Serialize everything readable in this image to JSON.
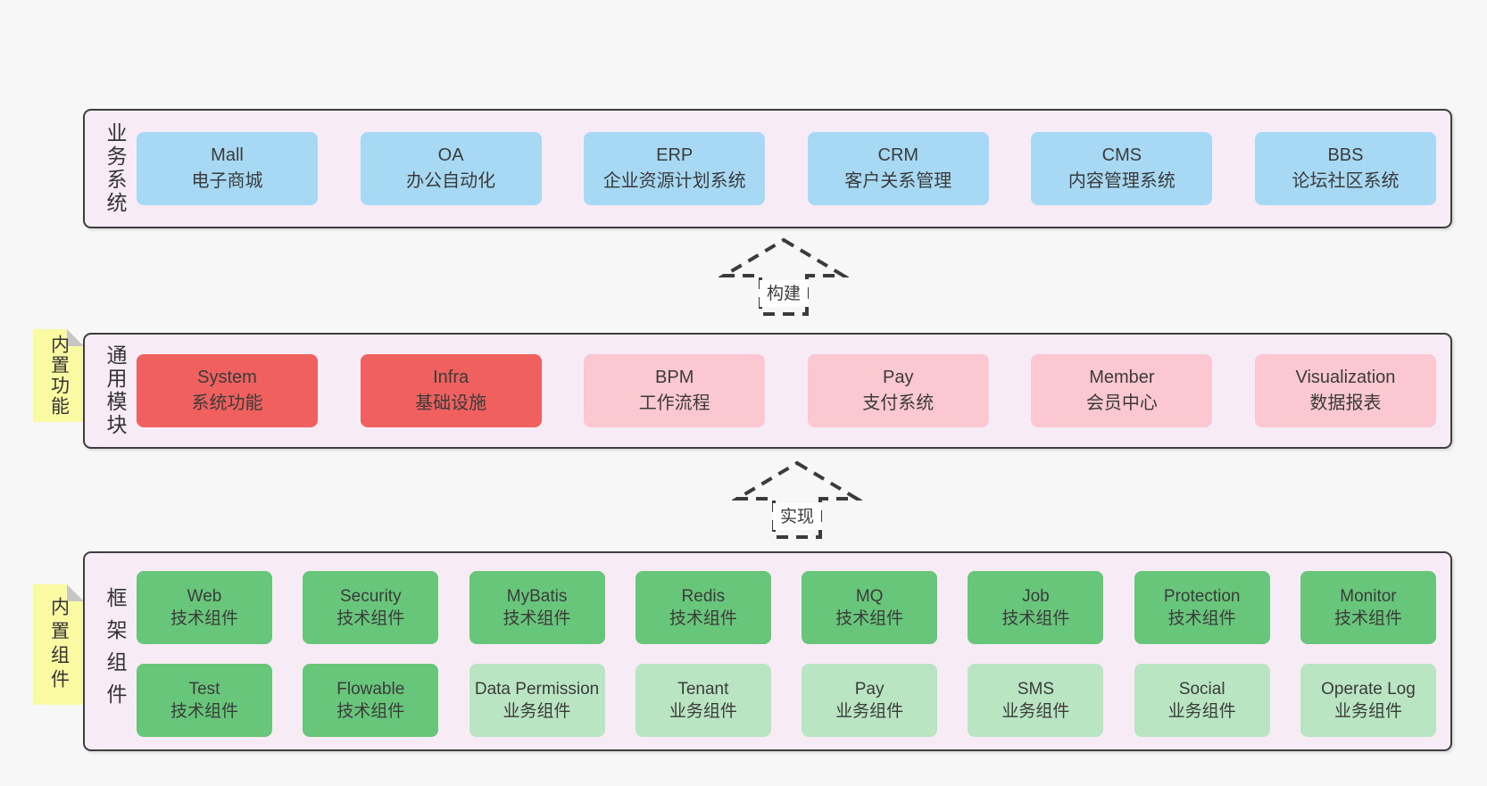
{
  "diagram_title": "",
  "colors": {
    "page_bg": "#f7f7f7",
    "panel_bg": "#f7ecf6",
    "panel_border": "#3e3e3e",
    "text": "#3b3b3b",
    "note_yellow": "#fafaa3",
    "note_fold_gray": "#c6c6c6",
    "arrow_stroke": "#3b3b3b",
    "arrow_label_bg": "#ffffff",
    "blue": "#a7d9f4",
    "red": "#f0605f",
    "pink": "#fbc8d1",
    "green": "#68c67b",
    "lightgreen": "#bae5c2"
  },
  "arrows": [
    {
      "label": "构建",
      "direction": "up"
    },
    {
      "label": "实现",
      "direction": "up"
    }
  ],
  "layers": [
    {
      "label": "业务系统",
      "note": null,
      "boxes": [
        {
          "name": "Mall",
          "desc": "电子商城",
          "variant": "blue"
        },
        {
          "name": "OA",
          "desc": "办公自动化",
          "variant": "blue"
        },
        {
          "name": "ERP",
          "desc": "企业资源计划系统",
          "variant": "blue"
        },
        {
          "name": "CRM",
          "desc": "客户关系管理",
          "variant": "blue"
        },
        {
          "name": "CMS",
          "desc": "内容管理系统",
          "variant": "blue"
        },
        {
          "name": "BBS",
          "desc": "论坛社区系统",
          "variant": "blue"
        }
      ]
    },
    {
      "label": "通用模块",
      "note": "内置功能",
      "boxes": [
        {
          "name": "System",
          "desc": "系统功能",
          "variant": "red"
        },
        {
          "name": "Infra",
          "desc": "基础设施",
          "variant": "red"
        },
        {
          "name": "BPM",
          "desc": "工作流程",
          "variant": "pink"
        },
        {
          "name": "Pay",
          "desc": "支付系统",
          "variant": "pink"
        },
        {
          "name": "Member",
          "desc": "会员中心",
          "variant": "pink"
        },
        {
          "name": "Visualization",
          "desc": "数据报表",
          "variant": "pink"
        }
      ]
    },
    {
      "label": "框架组件",
      "note": "内置组件",
      "rows": [
        [
          {
            "name": "Web",
            "desc": "技术组件",
            "variant": "green"
          },
          {
            "name": "Security",
            "desc": "技术组件",
            "variant": "green"
          },
          {
            "name": "MyBatis",
            "desc": "技术组件",
            "variant": "green"
          },
          {
            "name": "Redis",
            "desc": "技术组件",
            "variant": "green"
          },
          {
            "name": "MQ",
            "desc": "技术组件",
            "variant": "green"
          },
          {
            "name": "Job",
            "desc": "技术组件",
            "variant": "green"
          },
          {
            "name": "Protection",
            "desc": "技术组件",
            "variant": "green"
          },
          {
            "name": "Monitor",
            "desc": "技术组件",
            "variant": "green"
          }
        ],
        [
          {
            "name": "Test",
            "desc": "技术组件",
            "variant": "green"
          },
          {
            "name": "Flowable",
            "desc": "技术组件",
            "variant": "green"
          },
          {
            "name": "Data Permission",
            "desc": "业务组件",
            "variant": "lightgreen"
          },
          {
            "name": "Tenant",
            "desc": "业务组件",
            "variant": "lightgreen"
          },
          {
            "name": "Pay",
            "desc": "业务组件",
            "variant": "lightgreen"
          },
          {
            "name": "SMS",
            "desc": "业务组件",
            "variant": "lightgreen"
          },
          {
            "name": "Social",
            "desc": "业务组件",
            "variant": "lightgreen"
          },
          {
            "name": "Operate Log",
            "desc": "业务组件",
            "variant": "lightgreen"
          }
        ]
      ]
    }
  ]
}
